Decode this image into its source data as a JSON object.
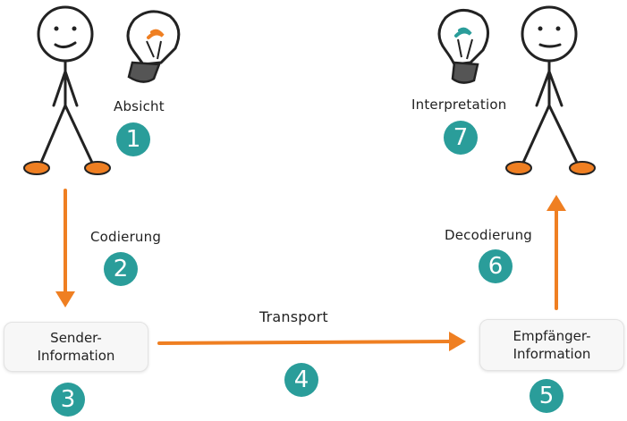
{
  "colors": {
    "arrow": "#ef7f22",
    "badge": "#2a9d9a",
    "filament_sender": "#ef7f22",
    "filament_receiver": "#2a9d9a",
    "foot": "#ef7f22"
  },
  "icons": [
    "stick-figure-icon",
    "light-bulb-icon"
  ],
  "steps": [
    {
      "number": "1",
      "label": "Absicht"
    },
    {
      "number": "2",
      "label": "Codierung"
    },
    {
      "number": "3",
      "label": "Sender-Information"
    },
    {
      "number": "4",
      "label": "Transport"
    },
    {
      "number": "5",
      "label": "Empfänger-Information"
    },
    {
      "number": "6",
      "label": "Decodierung"
    },
    {
      "number": "7",
      "label": "Interpretation"
    }
  ],
  "boxes": {
    "sender": {
      "line1": "Sender-",
      "line2": "Information"
    },
    "receiver": {
      "line1": "Empfänger-",
      "line2": "Information"
    }
  }
}
